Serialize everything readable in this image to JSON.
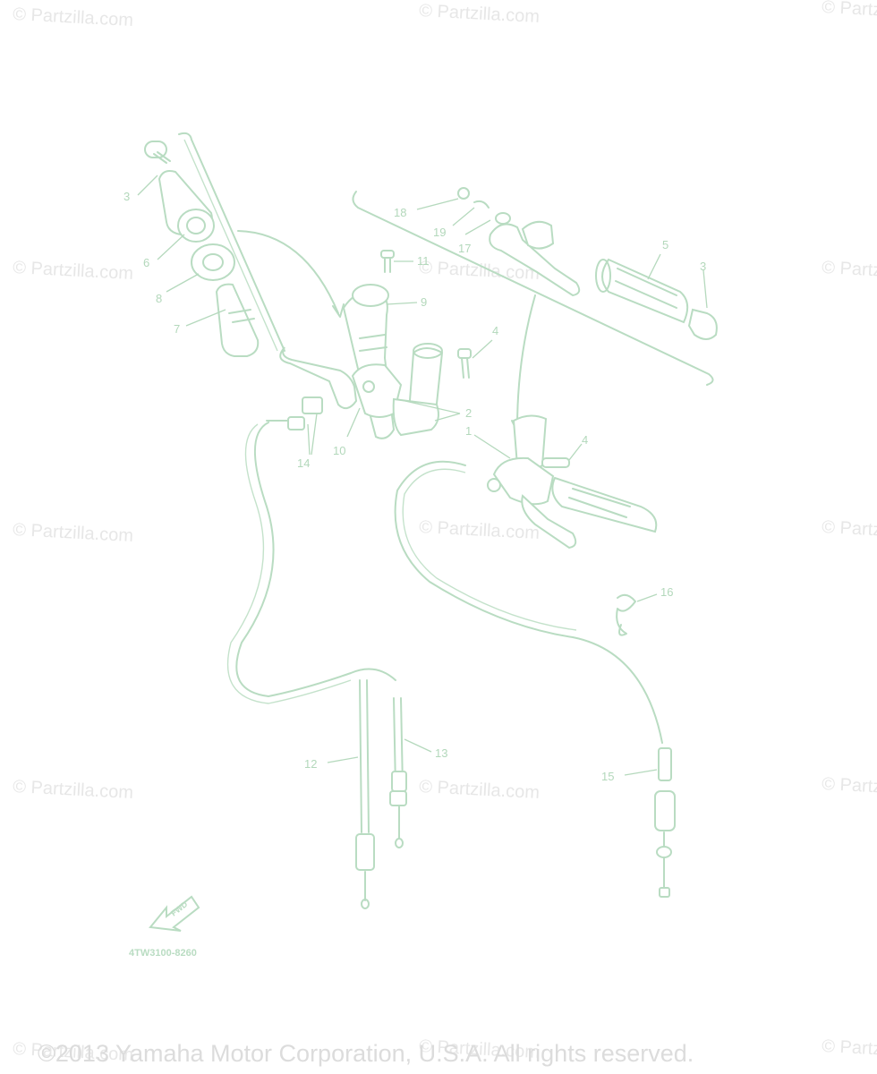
{
  "watermark_text": "© Partzilla.com",
  "copyright_text": "©2013 Yamaha Motor Corporation, U.S.A. All rights reserved.",
  "diagram_code": "4TW3100-8260",
  "fwd_label": "FWD",
  "callouts": [
    {
      "id": "c1",
      "label": "1"
    },
    {
      "id": "c2",
      "label": "2"
    },
    {
      "id": "c3a",
      "label": "3"
    },
    {
      "id": "c3b",
      "label": "3"
    },
    {
      "id": "c4a",
      "label": "4"
    },
    {
      "id": "c4b",
      "label": "4"
    },
    {
      "id": "c5",
      "label": "5"
    },
    {
      "id": "c6",
      "label": "6"
    },
    {
      "id": "c7",
      "label": "7"
    },
    {
      "id": "c8",
      "label": "8"
    },
    {
      "id": "c9",
      "label": "9"
    },
    {
      "id": "c10",
      "label": "10"
    },
    {
      "id": "c11",
      "label": "11"
    },
    {
      "id": "c12",
      "label": "12"
    },
    {
      "id": "c13",
      "label": "13"
    },
    {
      "id": "c14",
      "label": "14"
    },
    {
      "id": "c15",
      "label": "15"
    },
    {
      "id": "c16",
      "label": "16"
    },
    {
      "id": "c17",
      "label": "17"
    },
    {
      "id": "c18",
      "label": "18"
    },
    {
      "id": "c19",
      "label": "19"
    }
  ],
  "colors": {
    "line_art": "#b9dcc2",
    "watermark": "#e7e7e7",
    "background": "#ffffff"
  }
}
